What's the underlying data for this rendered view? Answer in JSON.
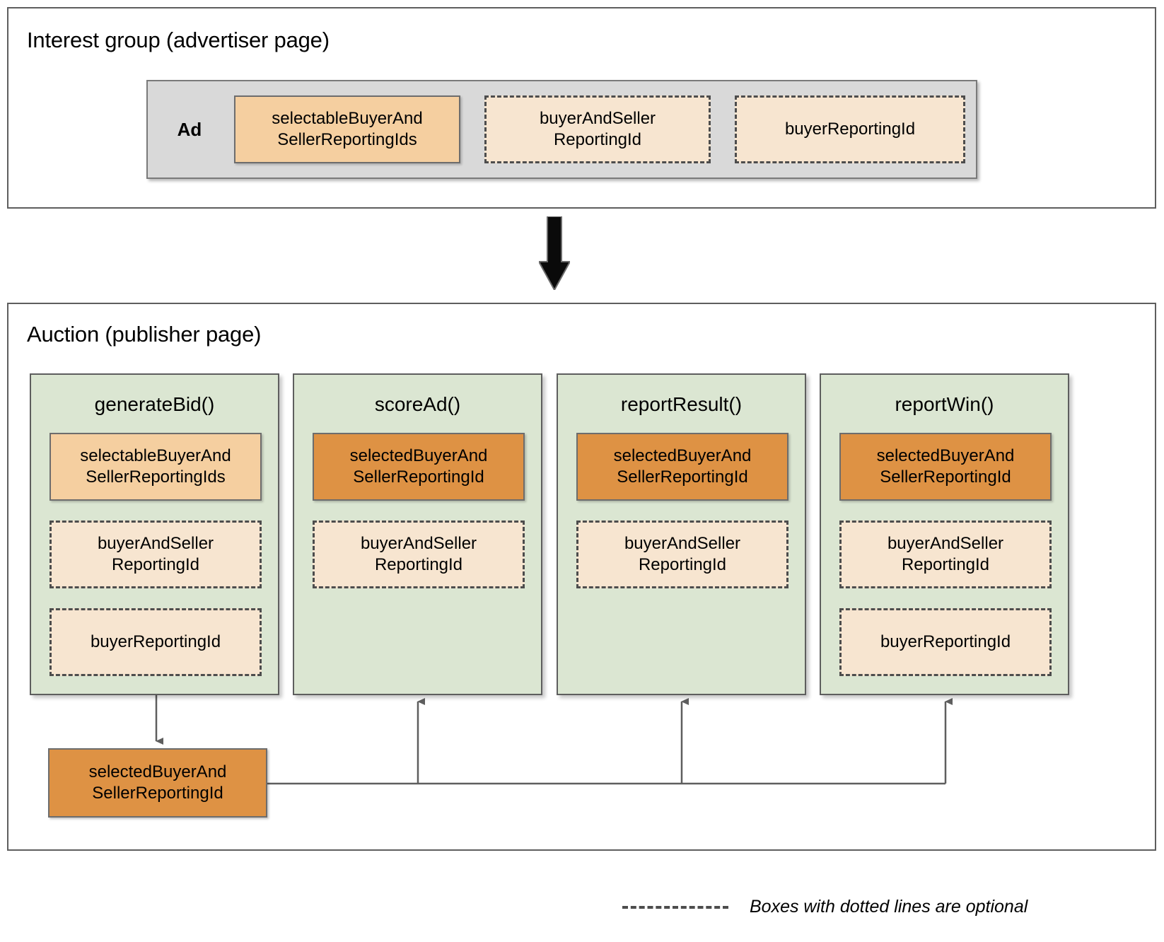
{
  "colors": {
    "frame_border": "#5e5e5e",
    "ad_container_bg": "#d9d9d9",
    "selectable_box_bg": "#f5cfa0",
    "selected_box_bg": "#de9244",
    "optional_box_bg": "#f7e5d0",
    "function_column_bg": "#dbe6d2",
    "connector_line": "#5e5e5e",
    "big_arrow": "#000000"
  },
  "interest_group": {
    "title": "Interest group (advertiser page)",
    "ad_label": "Ad",
    "boxes": [
      {
        "label": "selectableBuyerAnd\nSellerReportingIds",
        "style": "solid-light",
        "optional": false
      },
      {
        "label": "buyerAndSeller\nReportingId",
        "style": "dashed",
        "optional": true
      },
      {
        "label": "buyerReportingId",
        "style": "dashed",
        "optional": true
      }
    ]
  },
  "flow_arrow": {
    "direction": "down",
    "icon": "down-arrow-icon"
  },
  "auction": {
    "title": "Auction (publisher page)",
    "functions": [
      {
        "name": "generateBid()",
        "boxes": [
          {
            "label": "selectableBuyerAnd\nSellerReportingIds",
            "style": "solid-light",
            "optional": false
          },
          {
            "label": "buyerAndSeller\nReportingId",
            "style": "dashed",
            "optional": true
          },
          {
            "label": "buyerReportingId",
            "style": "dashed",
            "optional": true
          }
        ]
      },
      {
        "name": "scoreAd()",
        "boxes": [
          {
            "label": "selectedBuyerAnd\nSellerReportingId",
            "style": "solid-dark",
            "optional": false
          },
          {
            "label": "buyerAndSeller\nReportingId",
            "style": "dashed",
            "optional": true
          }
        ]
      },
      {
        "name": "reportResult()",
        "boxes": [
          {
            "label": "selectedBuyerAnd\nSellerReportingId",
            "style": "solid-dark",
            "optional": false
          },
          {
            "label": "buyerAndSeller\nReportingId",
            "style": "dashed",
            "optional": true
          }
        ]
      },
      {
        "name": "reportWin()",
        "boxes": [
          {
            "label": "selectedBuyerAnd\nSellerReportingId",
            "style": "solid-dark",
            "optional": false
          },
          {
            "label": "buyerAndSeller\nReportingId",
            "style": "dashed",
            "optional": true
          },
          {
            "label": "buyerReportingId",
            "style": "dashed",
            "optional": true
          }
        ]
      }
    ],
    "result_box": {
      "label": "selectedBuyerAnd\nSellerReportingId",
      "style": "solid-dark"
    }
  },
  "legend": {
    "text": "Boxes with dotted lines are optional"
  }
}
